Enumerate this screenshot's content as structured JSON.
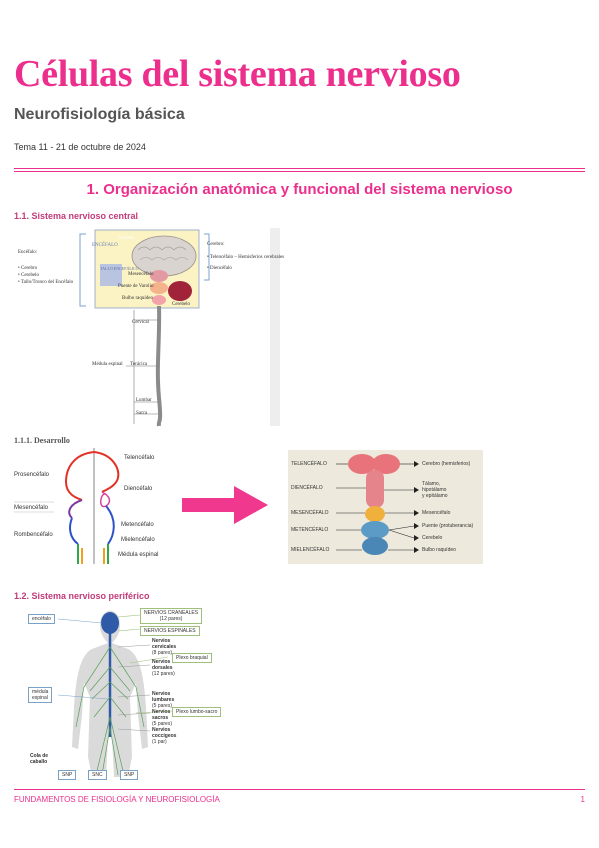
{
  "header": {
    "title": "Células del sistema nervioso",
    "subtitle": "Neurofisiología básica",
    "date_line": "Tema 11 - 21 de octubre de 2024"
  },
  "section1": {
    "heading": "1. Organización anatómica y funcional del sistema nervioso",
    "sub_1_1": "1.1. Sistema nervioso central",
    "sub_1_1_1": "1.1.1. Desarrollo",
    "sub_1_2": "1.2. Sistema nervioso periférico"
  },
  "fig_snc": {
    "encefalo_heading": "Encéfalo:",
    "encefalo_items": [
      "• Cerebro",
      "• Cerebelo",
      "• Tallo/Tronco del Encéfalo"
    ],
    "cerebro_heading": "Cerebro:",
    "cerebro_items": [
      "• Telencéfalo – Hemisferios cerebrales",
      "• Diencéfalo"
    ],
    "labels": {
      "encefalo": "ENCÉFALO",
      "cerebro": "Cerebro",
      "tallo": "TALLO ENCEFÁLICO",
      "mesencefalo": "Mesencéfalo",
      "puente": "Puente de Varolio",
      "bulbo": "Bulbo raquídeo",
      "cerebelo": "Cerebelo",
      "cervical": "Cervical",
      "medula": "Médula espinal",
      "toracica": "Torácica",
      "lumbar": "Lumbar",
      "sacra": "Sacra"
    }
  },
  "fig_desarrollo_left": {
    "prosencefalo": "Prosencéfalo",
    "mesencefalo": "Mesencéfalo",
    "rombencefalo": "Rombencéfalo",
    "telencefalo": "Telencéfalo",
    "diencefalo": "Diencéfalo",
    "metencefalo": "Metencéfalo",
    "mielencefalo": "Mielencéfalo",
    "medula": "Médula espinal"
  },
  "fig_desarrollo_right": {
    "left_labels": [
      "TELENCÉFALO",
      "DIENCÉFALO",
      "MESENCÉFALO",
      "METENCÉFALO",
      "MIELENCÉFALO"
    ],
    "right_labels": [
      "Cerebro (hemisferios)",
      "Tálamo,",
      "hipotálamo",
      "y epitálamo",
      "Mesencéfalo",
      "Puente (protuberancia)",
      "Cerebelo",
      "Bulbo raquídeo"
    ]
  },
  "fig_snp": {
    "encefalo": "encéfalo",
    "medula": "médula",
    "medula2": "espinal",
    "craneales": "NERVIOS CRANEALES",
    "craneales_n": "(12 pares)",
    "espinales": "NERVIOS ESPINALES",
    "cervicales": "Nervios",
    "cervicales2": "cervicales",
    "cervicales3": "(8 pares)",
    "dorsales": "Nervios",
    "dorsales2": "dorsales",
    "dorsales3": "(12 pares)",
    "lumbares": "Nervios",
    "lumbares2": "lumbares",
    "lumbares3": "(5 pares)",
    "sacros": "Nervios",
    "sacros2": "sacros",
    "sacros3": "(5 pares)",
    "coccigeos": "Nervios",
    "coccigeos2": "coccígeos",
    "coccigeos3": "(1 par)",
    "plexo_braquial": "Plexo braquial",
    "plexo_lumbo": "Plexo lumbo-sacro",
    "cola": "Cola de",
    "cola2": "caballo",
    "snp_l": "SNP",
    "snc": "SNC",
    "snp_r": "SNP"
  },
  "footer": {
    "left": "FUNDAMENTOS DE FISIOLOGÍA Y NEUROFISIOLOGÍA",
    "page": "1"
  },
  "colors": {
    "accent": "#ec2f8c",
    "subheading": "#c23b7a",
    "arrow": "#f0388f"
  }
}
